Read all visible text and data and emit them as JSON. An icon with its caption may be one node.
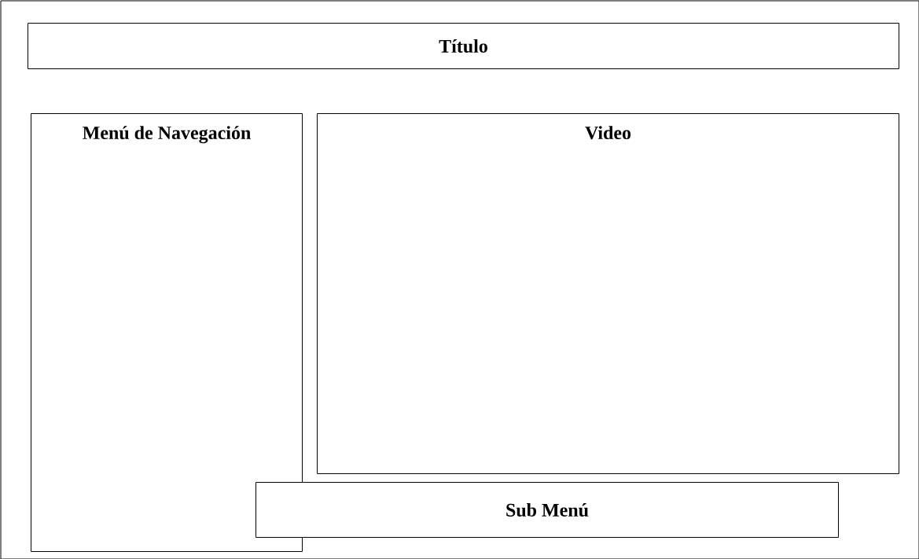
{
  "diagram": {
    "nodes": [
      {
        "text": [],
        "shape": "box"
      },
      {
        "text": [
          "Título"
        ],
        "in": 0
      },
      {
        "text": [
          "Menú de Navegación"
        ],
        "in": 0
      },
      {
        "text": [
          "Video"
        ],
        "in": 0
      },
      {
        "text": [
          "Sub Menú"
        ],
        "in": 0
      }
    ]
  }
}
